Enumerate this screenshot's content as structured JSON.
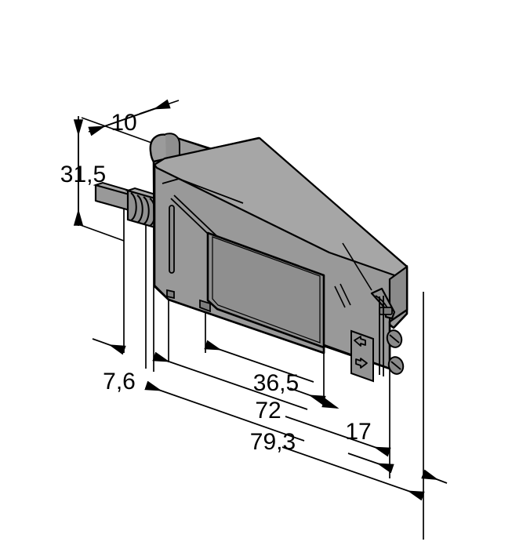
{
  "drawing": {
    "type": "technical-dimension-drawing",
    "view": "isometric",
    "subject": "fiber optic sensor amplifier housing",
    "unit": "mm",
    "background_color": "#ffffff",
    "line_color": "#000000",
    "body_color": "#999999",
    "body_color_dark": "#8a8a8a",
    "body_color_light": "#a3a3a3"
  },
  "dimensions": {
    "depth_top": "10",
    "height_left": "31,5",
    "cable_offset": "7,6",
    "window_length": "36,5",
    "body_length": "72",
    "overall_length": "79,3",
    "end_depth": "17"
  },
  "features": {
    "display_window": "display-window",
    "cable_gland": "cable-gland",
    "cable": "cable",
    "top_lever": "top-lever-cap",
    "button_up": "up-arrow-button",
    "button_down": "down-arrow-button",
    "screw_top": "adjust-screw-top",
    "screw_bottom": "adjust-screw-bottom",
    "end_clip": "end-clip",
    "side_slot": "side-indicator-slot"
  }
}
